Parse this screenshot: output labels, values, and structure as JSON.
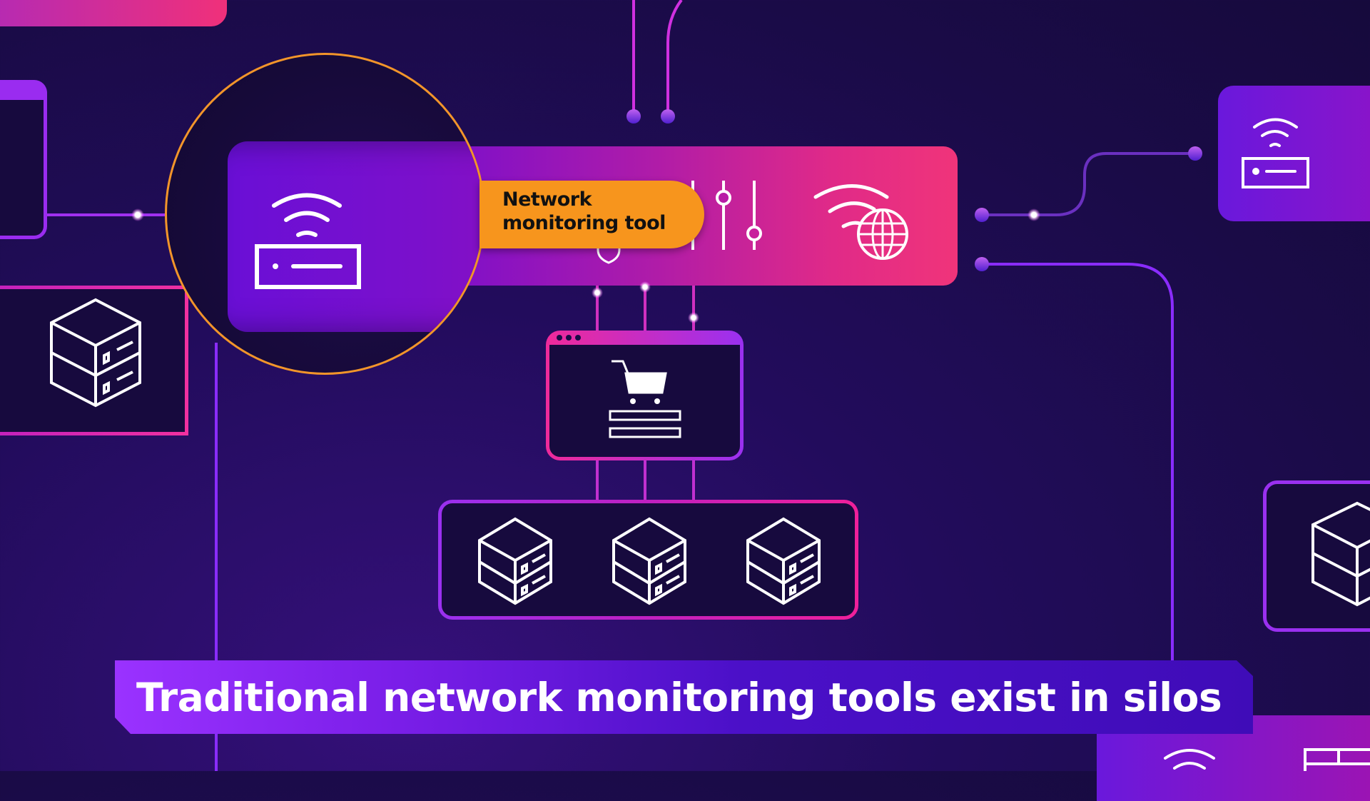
{
  "caption": {
    "text": "Traditional network monitoring tools exist in silos"
  },
  "callout": {
    "line1": "Network",
    "line2": "monitoring tool"
  },
  "diagram": {
    "highlighted_node": "router",
    "central_tool_icons": [
      "shield-icon",
      "sliders-icon",
      "wifi-globe-icon"
    ],
    "browser_app_icon": "shopping-cart-icon",
    "server_group_count": 3,
    "nodes": [
      "router",
      "router-right",
      "server-left",
      "server-right",
      "server-group",
      "web-store-window",
      "router-bottom-right",
      "firewall-bottom-right"
    ]
  },
  "colors": {
    "background": "#1a0b47",
    "accent_orange": "#f7951d",
    "pink": "#f0307a",
    "purple": "#7a10d8",
    "violet_line": "#8a2cff",
    "magenta_line": "#e030d0"
  }
}
